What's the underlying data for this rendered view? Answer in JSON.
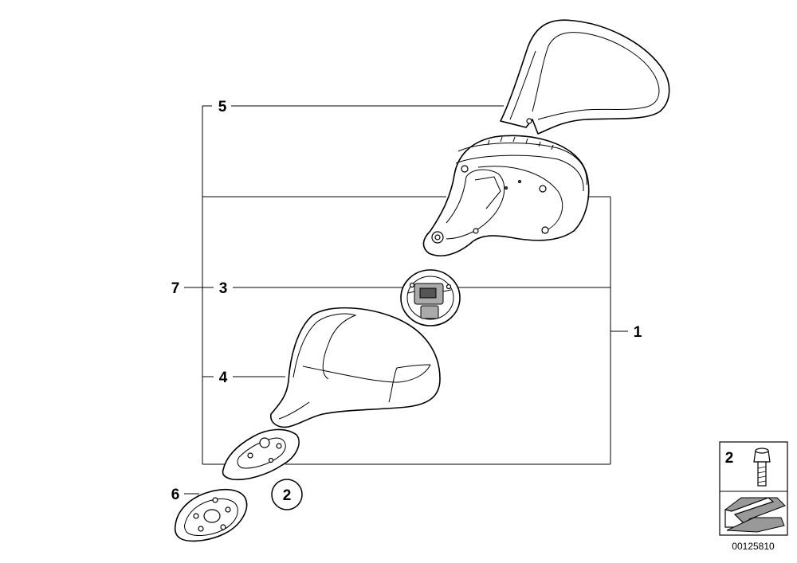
{
  "callouts": {
    "c1": "1",
    "c2": "2",
    "c3": "3",
    "c4": "4",
    "c5": "5",
    "c6": "6",
    "c7": "7"
  },
  "legend": {
    "part_number": "2"
  },
  "document_number": "00125810"
}
